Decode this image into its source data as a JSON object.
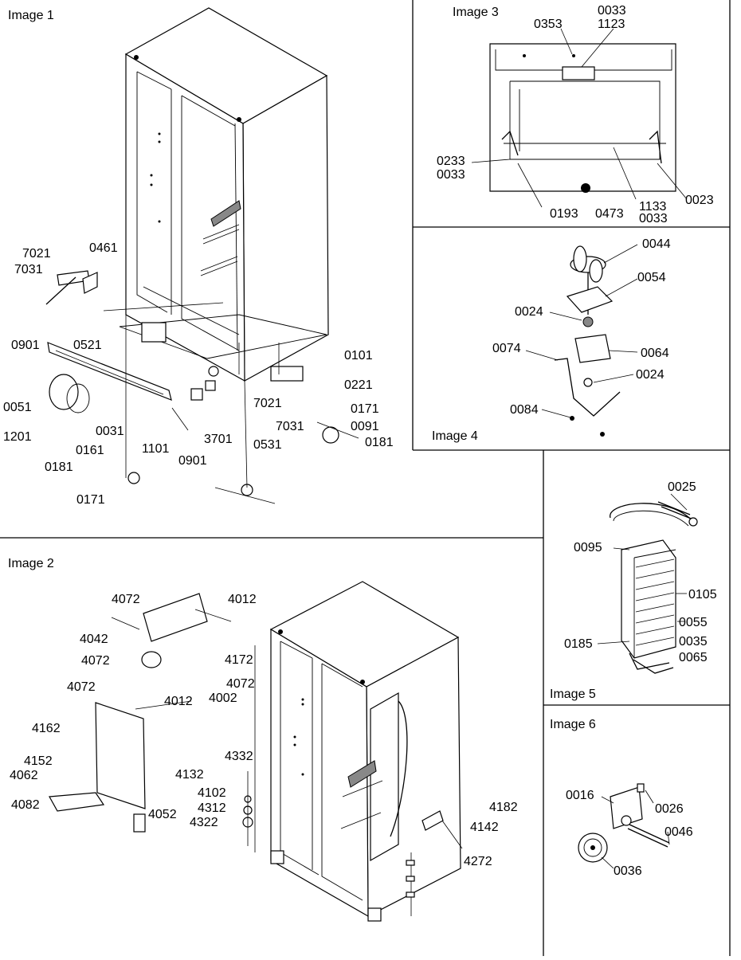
{
  "panels": [
    {
      "id": "image1",
      "title": "Image 1"
    },
    {
      "id": "image2",
      "title": "Image 2"
    },
    {
      "id": "image3",
      "title": "Image 3"
    },
    {
      "id": "image4",
      "title": "Image 4"
    },
    {
      "id": "image5",
      "title": "Image 5"
    },
    {
      "id": "image6",
      "title": "Image 6"
    }
  ],
  "callouts": {
    "image1": [
      "7021",
      "7031",
      "0461",
      "0901",
      "0521",
      "0051",
      "1201",
      "0031",
      "1101",
      "0161",
      "0181",
      "0171",
      "0901",
      "3701",
      "0531",
      "7021",
      "7031",
      "0101",
      "0221",
      "0171",
      "0091",
      "0181"
    ],
    "image2": [
      "4072",
      "4012",
      "4042",
      "4072",
      "4172",
      "4072",
      "4002",
      "4072",
      "4012",
      "4162",
      "4152",
      "4062",
      "4082",
      "4132",
      "4052",
      "4332",
      "4102",
      "4312",
      "4322",
      "4182",
      "4142",
      "4272"
    ],
    "image3": [
      "0353",
      "0033",
      "1123",
      "0233",
      "0033",
      "0193",
      "0473",
      "1133",
      "0033",
      "0023"
    ],
    "image4": [
      "0044",
      "0054",
      "0024",
      "0074",
      "0064",
      "0024",
      "0084"
    ],
    "image5": [
      "0025",
      "0095",
      "0105",
      "0055",
      "0185",
      "0035",
      "0065"
    ],
    "image6": [
      "0016",
      "0026",
      "0046",
      "0036"
    ]
  }
}
